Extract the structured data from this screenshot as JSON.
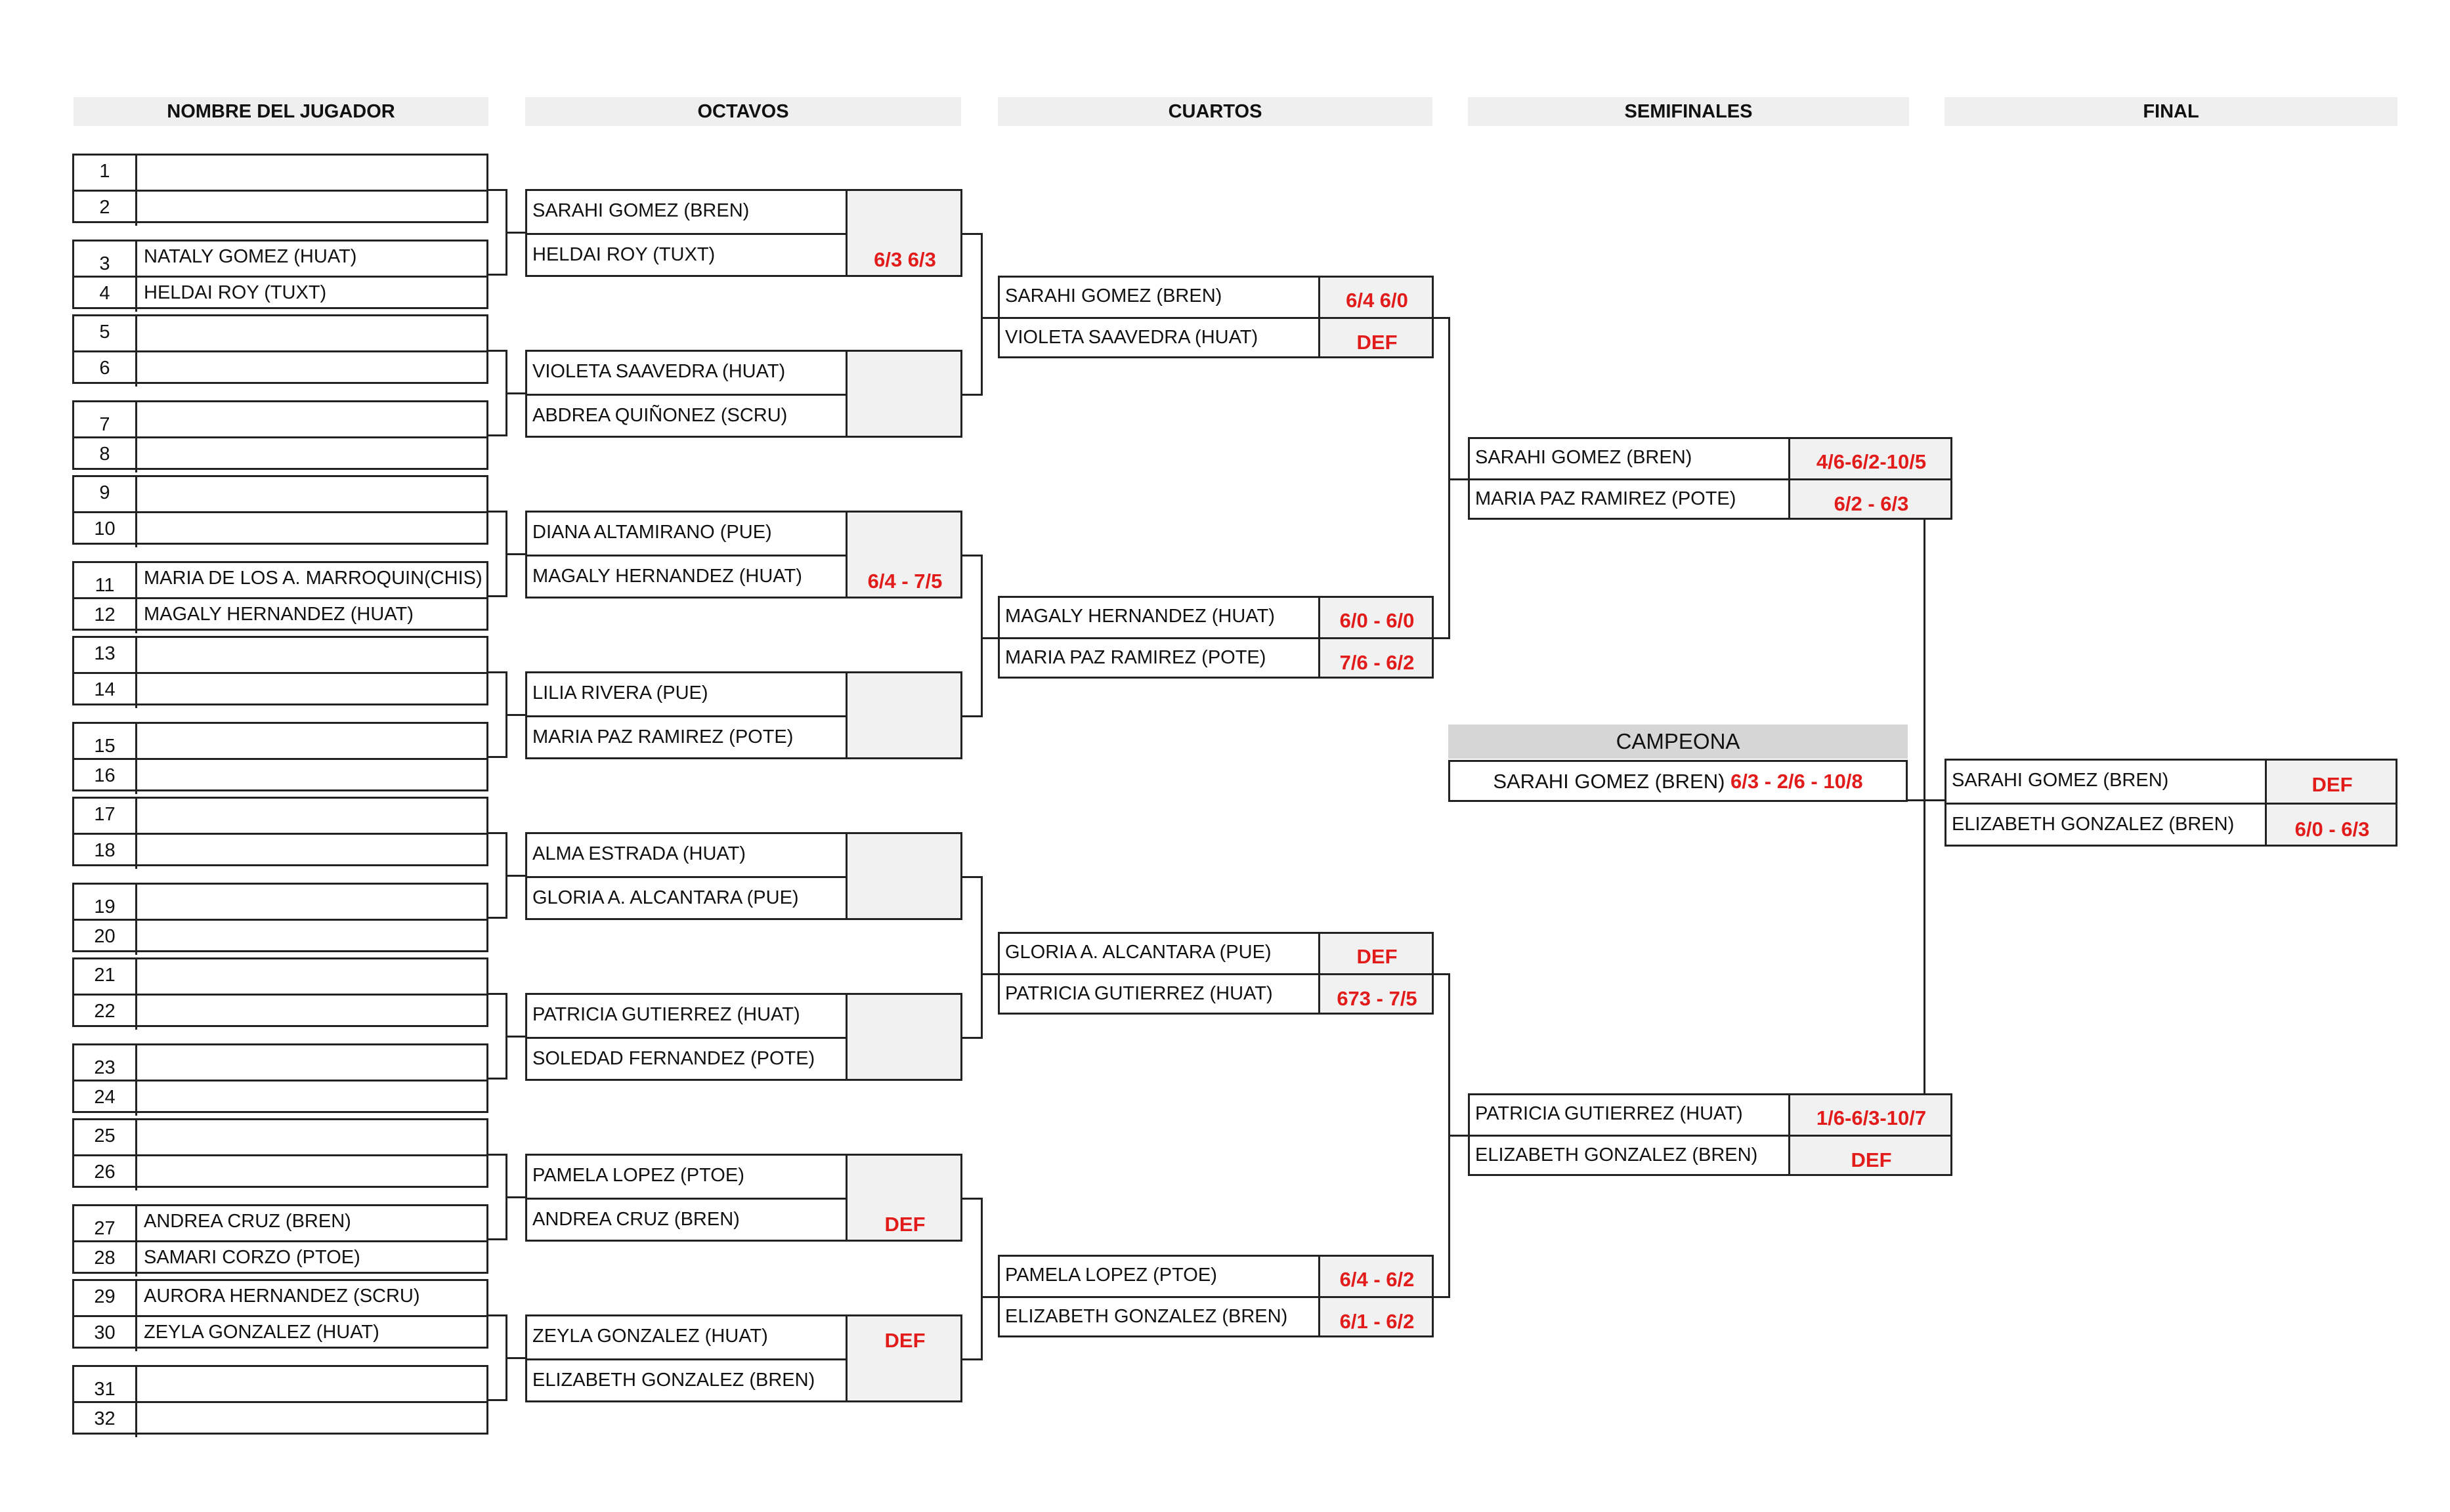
{
  "headers": {
    "players": "NOMBRE DEL JUGADOR",
    "octavos": "OCTAVOS",
    "cuartos": "CUARTOS",
    "semifinales": "SEMIFINALES",
    "final": "FINAL"
  },
  "players": [
    {
      "num": "1",
      "name": ""
    },
    {
      "num": "2",
      "name": ""
    },
    {
      "num": "3",
      "name": "NATALY GOMEZ (HUAT)"
    },
    {
      "num": "4",
      "name": "HELDAI ROY (TUXT)"
    },
    {
      "num": "5",
      "name": ""
    },
    {
      "num": "6",
      "name": ""
    },
    {
      "num": "7",
      "name": ""
    },
    {
      "num": "8",
      "name": ""
    },
    {
      "num": "9",
      "name": ""
    },
    {
      "num": "10",
      "name": ""
    },
    {
      "num": "11",
      "name": "MARIA DE LOS A. MARROQUIN(CHIS)"
    },
    {
      "num": "12",
      "name": "MAGALY HERNANDEZ (HUAT)"
    },
    {
      "num": "13",
      "name": ""
    },
    {
      "num": "14",
      "name": ""
    },
    {
      "num": "15",
      "name": ""
    },
    {
      "num": "16",
      "name": ""
    },
    {
      "num": "17",
      "name": ""
    },
    {
      "num": "18",
      "name": ""
    },
    {
      "num": "19",
      "name": ""
    },
    {
      "num": "20",
      "name": ""
    },
    {
      "num": "21",
      "name": ""
    },
    {
      "num": "22",
      "name": ""
    },
    {
      "num": "23",
      "name": ""
    },
    {
      "num": "24",
      "name": ""
    },
    {
      "num": "25",
      "name": ""
    },
    {
      "num": "26",
      "name": ""
    },
    {
      "num": "27",
      "name": "ANDREA CRUZ (BREN)"
    },
    {
      "num": "28",
      "name": "SAMARI CORZO  (PTOE)"
    },
    {
      "num": "29",
      "name": "AURORA HERNANDEZ (SCRU)"
    },
    {
      "num": "30",
      "name": "ZEYLA GONZALEZ (HUAT)"
    },
    {
      "num": "31",
      "name": ""
    },
    {
      "num": "32",
      "name": ""
    }
  ],
  "octavos": [
    {
      "p1": "SARAHI GOMEZ (BREN)",
      "p2": "HELDAI ROY (TUXT)",
      "s1": "",
      "s2": "6/3  6/3"
    },
    {
      "p1": "VIOLETA SAAVEDRA (HUAT)",
      "p2": "ABDREA QUIÑONEZ (SCRU)",
      "s1": "",
      "s2": ""
    },
    {
      "p1": "DIANA ALTAMIRANO (PUE)",
      "p2": "MAGALY HERNANDEZ (HUAT)",
      "s1": "",
      "s2": "6/4 - 7/5"
    },
    {
      "p1": "LILIA RIVERA (PUE)",
      "p2": "MARIA PAZ RAMIREZ (POTE)",
      "s1": "",
      "s2": ""
    },
    {
      "p1": "ALMA ESTRADA (HUAT)",
      "p2": "GLORIA A. ALCANTARA (PUE)",
      "s1": "",
      "s2": ""
    },
    {
      "p1": "PATRICIA GUTIERREZ (HUAT)",
      "p2": "SOLEDAD FERNANDEZ (POTE)",
      "s1": "",
      "s2": ""
    },
    {
      "p1": "PAMELA LOPEZ  (PTOE)",
      "p2": "ANDREA CRUZ (BREN)",
      "s1": "",
      "s2": "DEF"
    },
    {
      "p1": "ZEYLA GONZALEZ (HUAT)",
      "p2": "ELIZABETH GONZALEZ (BREN)",
      "s1": "DEF",
      "s2": ""
    }
  ],
  "cuartos": [
    {
      "p1": "SARAHI GOMEZ (BREN)",
      "p2": "VIOLETA SAAVEDRA (HUAT)",
      "s1": "6/4  6/0",
      "s2": "DEF"
    },
    {
      "p1": "MAGALY HERNANDEZ (HUAT)",
      "p2": "MARIA PAZ RAMIREZ (POTE)",
      "s1": "6/0 - 6/0",
      "s2": "7/6 - 6/2"
    },
    {
      "p1": "GLORIA A. ALCANTARA (PUE)",
      "p2": "PATRICIA GUTIERREZ (HUAT)",
      "s1": "DEF",
      "s2": "673 - 7/5"
    },
    {
      "p1": "PAMELA LOPEZ  (PTOE)",
      "p2": "ELIZABETH GONZALEZ (BREN)",
      "s1": "6/4 - 6/2",
      "s2": "6/1 - 6/2"
    }
  ],
  "semis": [
    {
      "p1": "SARAHI GOMEZ (BREN)",
      "p2": "MARIA PAZ RAMIREZ (POTE)",
      "s1": "4/6-6/2-10/5",
      "s2": "6/2 - 6/3"
    },
    {
      "p1": "PATRICIA GUTIERREZ (HUAT)",
      "p2": "ELIZABETH GONZALEZ (BREN)",
      "s1": "1/6-6/3-10/7",
      "s2": "DEF"
    }
  ],
  "final": {
    "p1": "SARAHI GOMEZ (BREN)",
    "p2": "ELIZABETH GONZALEZ (BREN)",
    "s1": "DEF",
    "s2": "6/0 - 6/3"
  },
  "campeona": {
    "title": "CAMPEONA",
    "name": "SARAHI GOMEZ (BREN)",
    "score": "6/3 - 2/6 - 10/8"
  },
  "colors": {
    "score_red": "#e21b1b",
    "header_bg": "#efefef",
    "score_cell_bg": "#f1f1f1"
  }
}
